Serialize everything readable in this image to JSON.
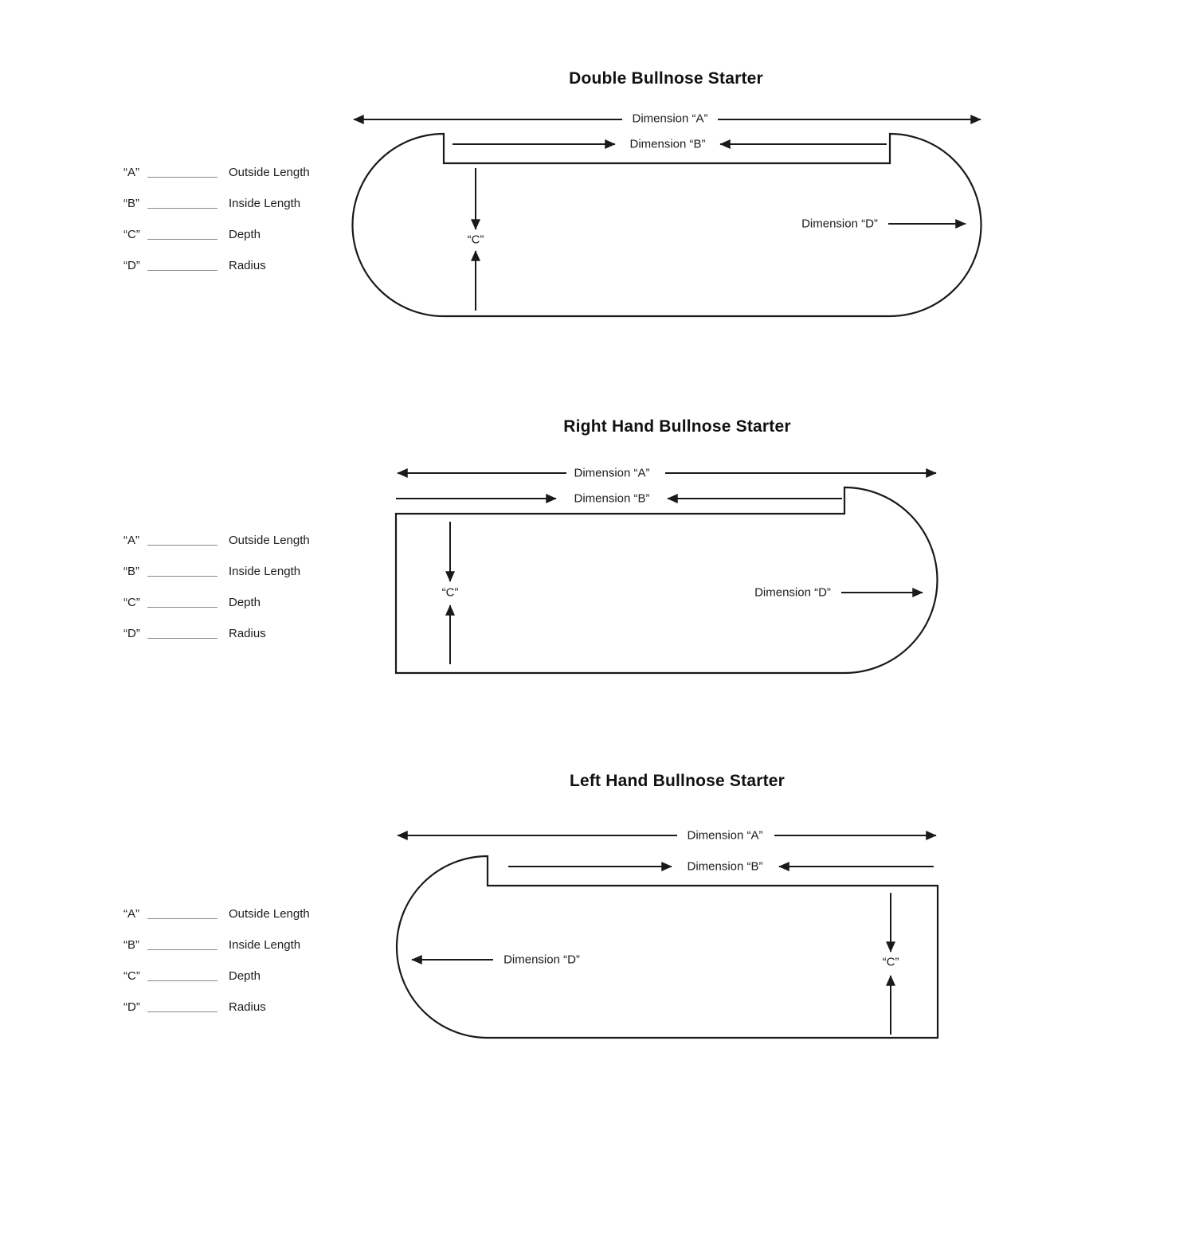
{
  "page": {
    "background": "#ffffff",
    "ink": "#1a1a1a"
  },
  "sections": [
    {
      "id": "double-bullnose",
      "title": "Double Bullnose Starter",
      "labels": {
        "dim_a": "Dimension “A”",
        "dim_b": "Dimension “B”",
        "dim_c": "“C”",
        "dim_d": "Dimension “D”"
      },
      "form": [
        {
          "key": "“A”",
          "value": "",
          "desc": "Outside Length"
        },
        {
          "key": "“B”",
          "value": "",
          "desc": "Inside Length"
        },
        {
          "key": "“C”",
          "value": "",
          "desc": "Depth"
        },
        {
          "key": "“D”",
          "value": "",
          "desc": "Radius"
        }
      ]
    },
    {
      "id": "right-hand-bullnose",
      "title": "Right Hand Bullnose Starter",
      "labels": {
        "dim_a": "Dimension “A”",
        "dim_b": "Dimension “B”",
        "dim_c": "“C”",
        "dim_d": "Dimension “D”"
      },
      "form": [
        {
          "key": "“A”",
          "value": "",
          "desc": "Outside Length"
        },
        {
          "key": "“B”",
          "value": "",
          "desc": "Inside Length"
        },
        {
          "key": "“C”",
          "value": "",
          "desc": "Depth"
        },
        {
          "key": "“D”",
          "value": "",
          "desc": "Radius"
        }
      ]
    },
    {
      "id": "left-hand-bullnose",
      "title": "Left Hand Bullnose Starter",
      "labels": {
        "dim_a": "Dimension “A”",
        "dim_b": "Dimension “B”",
        "dim_c": "“C”",
        "dim_d": "Dimension “D”"
      },
      "form": [
        {
          "key": "“A”",
          "value": "",
          "desc": "Outside Length"
        },
        {
          "key": "“B”",
          "value": "",
          "desc": "Inside Length"
        },
        {
          "key": "“C”",
          "value": "",
          "desc": "Depth"
        },
        {
          "key": "“D”",
          "value": "",
          "desc": "Radius"
        }
      ]
    }
  ]
}
